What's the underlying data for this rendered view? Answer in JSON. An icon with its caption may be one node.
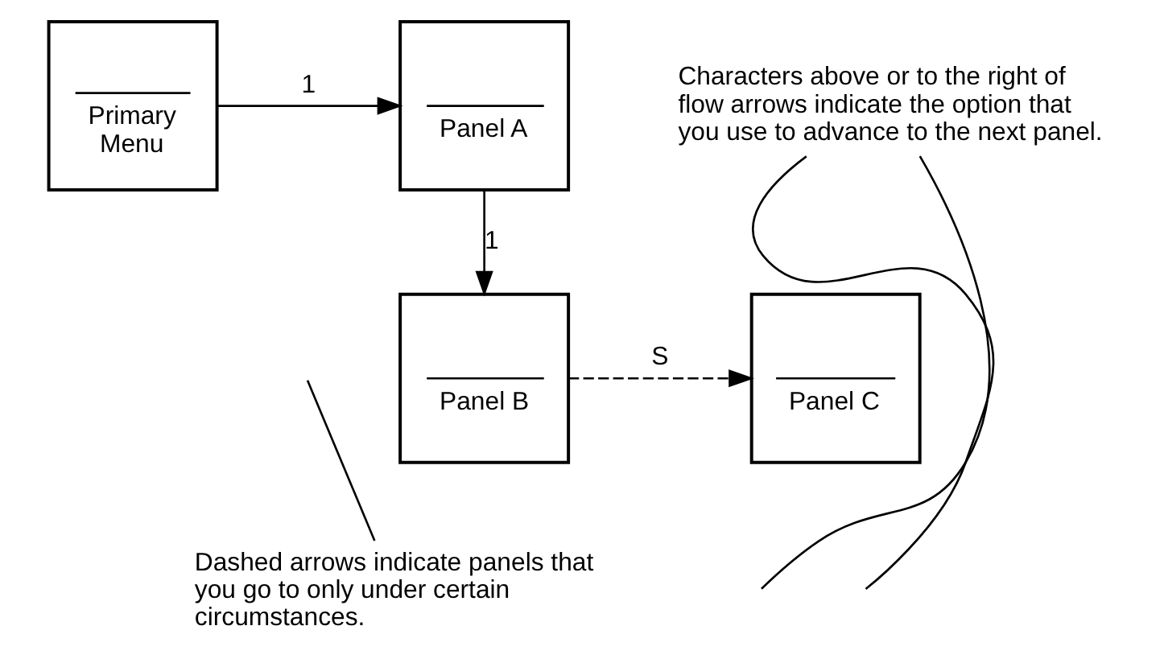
{
  "diagram": {
    "nodes": [
      {
        "text": [
          "Primary Menu"
        ]
      },
      {
        "text": [
          "Panel A"
        ]
      },
      {
        "text": [
          "Panel B"
        ]
      },
      {
        "text": [
          "Panel C"
        ]
      },
      {
        "text": [
          "Characters above or to the right of flow arrows indicate the option that you use to advance to the next panel."
        ]
      },
      {
        "text": [
          "Dashed arrows indicate panels that you go to only under certain circumstances."
        ]
      }
    ],
    "edges": [
      {
        "from": 0,
        "to": 1,
        "arrow": "to",
        "label": "1"
      },
      {
        "from": 1,
        "to": 2,
        "arrow": "to",
        "label": "1"
      },
      {
        "from": 2,
        "to": 3,
        "arrow": "to",
        "label": "S",
        "style": "dashed"
      },
      {
        "from": 4,
        "to": null,
        "arrow": "none"
      },
      {
        "from": 4,
        "to": null,
        "arrow": "none"
      },
      {
        "from": 5,
        "to": null,
        "arrow": "none"
      }
    ]
  }
}
